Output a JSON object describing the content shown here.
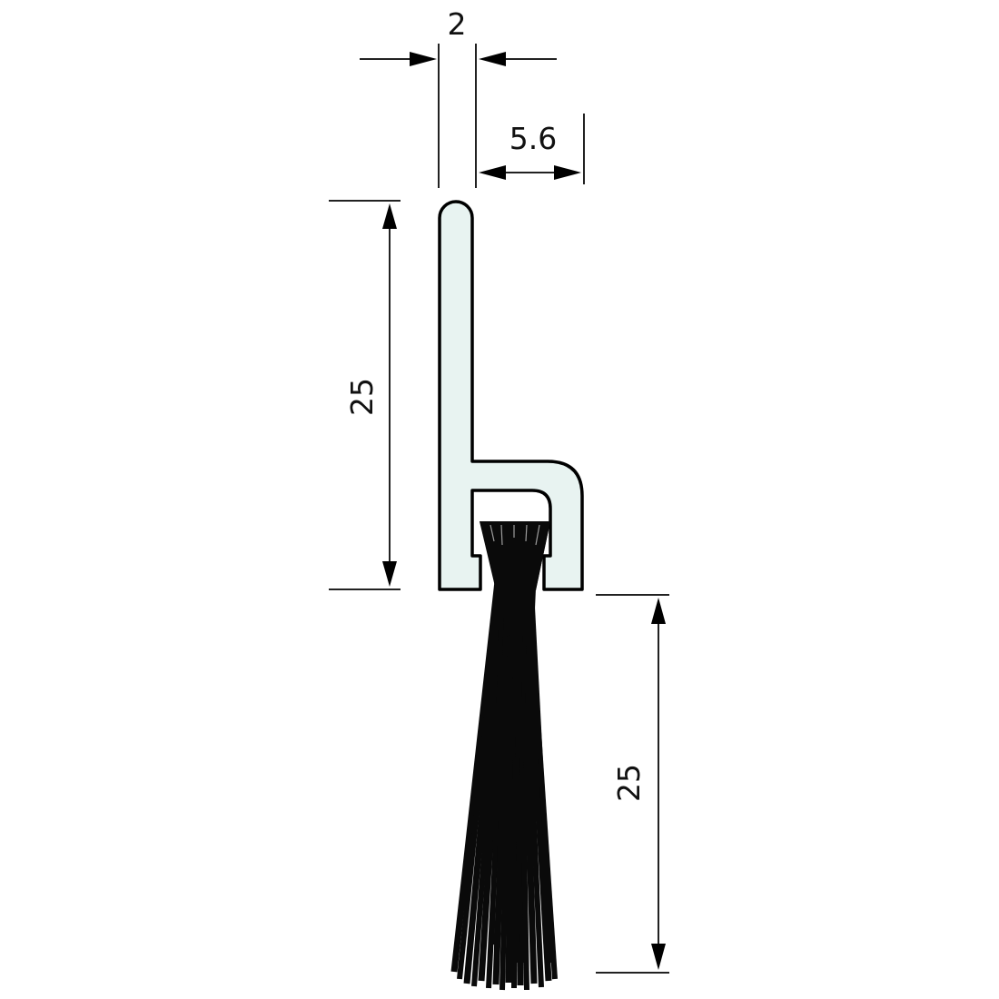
{
  "diagram": {
    "type": "technical-profile-drawing",
    "subject": "aluminium brush strip profile",
    "units": "mm",
    "dimensions": {
      "profile_wall_thickness": "2",
      "profile_return_width": "5.6",
      "profile_height": "25",
      "brush_length": "25"
    },
    "colors": {
      "profile_fill": "#e8f3f1",
      "outline": "#000000",
      "brush": "#0a0a0a",
      "dimension_lines": "#222222"
    }
  }
}
